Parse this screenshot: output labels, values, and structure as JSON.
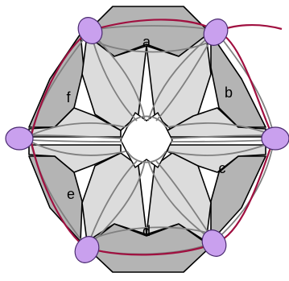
{
  "segment_labels": [
    "a",
    "b",
    "c",
    "d",
    "e",
    "f"
  ],
  "colors": {
    "dark_tile": "#b4b4b4",
    "light_tile": "#dcdcdc",
    "outline": "#000000",
    "thread_gray": "#808080",
    "thread_red": "#a01040",
    "bead": "#c9a0ee"
  }
}
